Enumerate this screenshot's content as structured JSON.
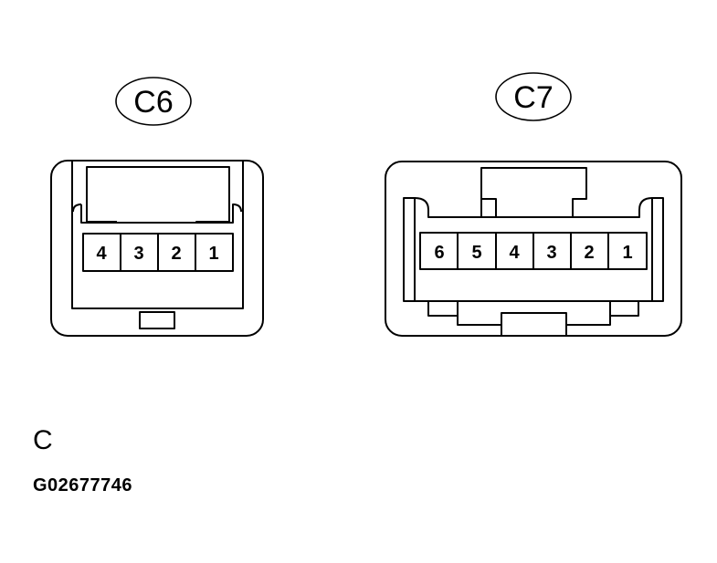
{
  "connectors": [
    {
      "id": "C6",
      "label": "C6",
      "pins": [
        "4",
        "3",
        "2",
        "1"
      ]
    },
    {
      "id": "C7",
      "label": "C7",
      "pins": [
        "6",
        "5",
        "4",
        "3",
        "2",
        "1"
      ]
    }
  ],
  "caption": {
    "letter": "C",
    "code": "G02677746"
  },
  "colors": {
    "line": "#000000",
    "background": "#ffffff"
  }
}
